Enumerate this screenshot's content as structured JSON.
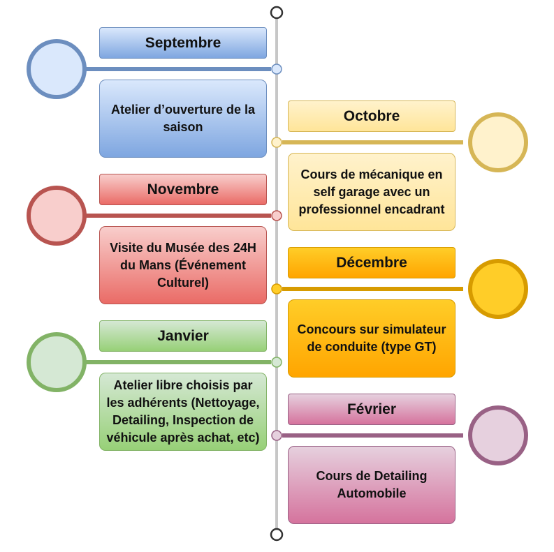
{
  "timeline": {
    "events": [
      {
        "month": "Septembre",
        "description": "Atelier d’ouverture de la saison",
        "side": "left",
        "color": "#6C8EBF",
        "fill_light": "#DAE8FC",
        "fill_dark": "#7EA6E0"
      },
      {
        "month": "Octobre",
        "description": "Cours de mécanique en self garage avec un professionnel encadrant",
        "side": "right",
        "color": "#D6B656",
        "fill_light": "#FFF2CC",
        "fill_dark": "#FFE599"
      },
      {
        "month": "Novembre",
        "description": "Visite du Musée des 24H du Mans (Événement Culturel)",
        "side": "left",
        "color": "#B85450",
        "fill_light": "#F8CECC",
        "fill_dark": "#EA6B66"
      },
      {
        "month": "Décembre",
        "description": "Concours sur simulateur de conduite (type GT)",
        "side": "right",
        "color": "#D79B00",
        "fill_light": "#FFCD28",
        "fill_dark": "#FFA500"
      },
      {
        "month": "Janvier",
        "description": "Atelier libre choisis par les adhérents (Nettoyage, Detailing, Inspection de véhicule après achat, etc)",
        "side": "left",
        "color": "#82B366",
        "fill_light": "#D5E8D4",
        "fill_dark": "#97D077"
      },
      {
        "month": "Février",
        "description": "Cours de Detailing Automobile",
        "side": "right",
        "color": "#996185",
        "fill_light": "#E6D0DE",
        "fill_dark": "#D5739D"
      }
    ]
  }
}
